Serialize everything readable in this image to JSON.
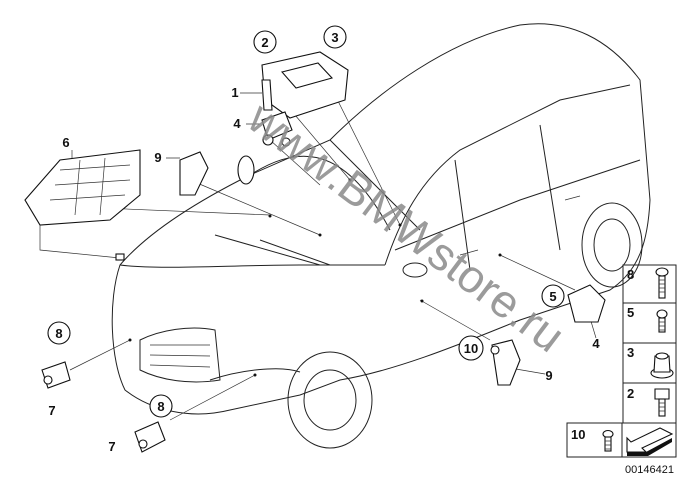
{
  "diagram": {
    "watermark": "www.BMWstore.ru",
    "image_number": "00146421",
    "callouts": {
      "c1": "1",
      "c2": "2",
      "c3": "3",
      "c4a": "4",
      "c4b": "4",
      "c5": "5",
      "c6": "6",
      "c7a": "7",
      "c7b": "7",
      "c8a": "8",
      "c8b": "8",
      "c9a": "9",
      "c9b": "9",
      "c10": "10"
    },
    "legend": [
      {
        "number": "8",
        "part": "screw-long"
      },
      {
        "number": "5",
        "part": "screw-short"
      },
      {
        "number": "3",
        "part": "flange-nut"
      },
      {
        "number": "2",
        "part": "hex-bolt"
      },
      {
        "number": "10",
        "part": "screw-small"
      }
    ],
    "colors": {
      "line": "#222222",
      "watermark": "#8a8a8a",
      "background": "#ffffff"
    }
  }
}
